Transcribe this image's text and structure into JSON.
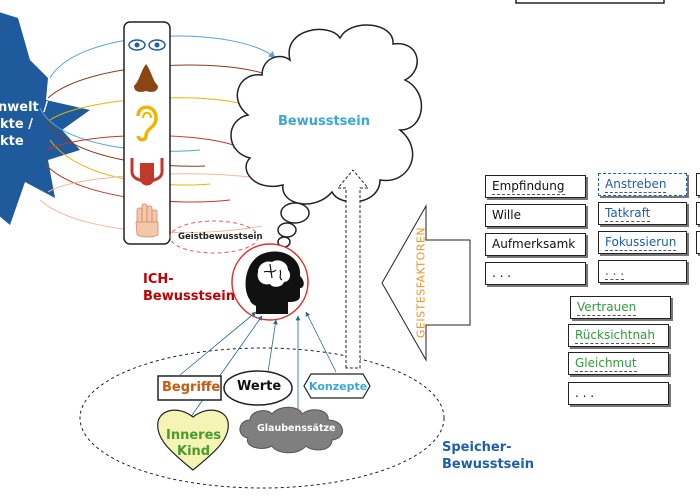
{
  "star": {
    "lines": [
      "nwelt  /",
      "kte /",
      "kte"
    ]
  },
  "senses": [
    "eyes-icon",
    "nose-icon",
    "ear-icon",
    "tongue-icon",
    "hand-icon"
  ],
  "cloud_label": "Bewusstsein",
  "geist_label": "Geistbewusstsein",
  "ich_label": [
    "ICH-",
    "Bewusstsein"
  ],
  "geistesfaktoren": "GEISTESFAKTOREN",
  "factors_col1": [
    "Empfindung",
    "Wille",
    "Aufmerksamk",
    ". . ."
  ],
  "factors_col2": [
    "Anstreben",
    "Tatkraft",
    "Fokussierun",
    ". . ."
  ],
  "factors_col3": [
    "Vertrauen",
    "Rücksichtnah",
    "Gleichmut",
    ". . ."
  ],
  "storage": {
    "begriffe": "Begriffe",
    "werte": "Werte",
    "konzepte": "Konzepte",
    "inneres_kind": [
      "Inneres",
      "Kind"
    ],
    "glaubenssaetze": "Glaubenssätze"
  },
  "speicher_label": [
    "Speicher-",
    "Bewusstsein"
  ],
  "colors": {
    "star": "#1e5a9c",
    "blue_text": "#1f5fa8",
    "cyan_text": "#3ba6d9",
    "red": "#c00000",
    "orange": "#e8962a",
    "green": "#2e9d3a",
    "begriffe": "#c55a11",
    "inneres_kind_fill": "#f4f5b5",
    "inneres_kind_text": "#4a9a2b",
    "glaubens_fill": "#7f7f7f"
  }
}
